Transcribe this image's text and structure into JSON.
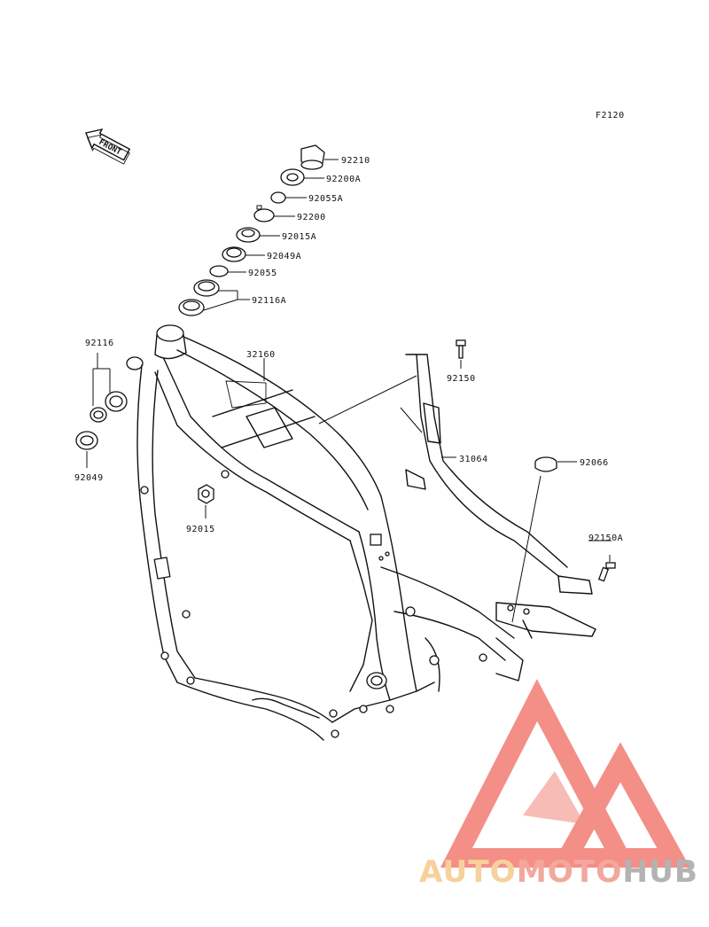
{
  "figure_code": "F2120",
  "front_label": "FRONT",
  "parts": [
    {
      "id": "p92210",
      "label": "92210"
    },
    {
      "id": "p92200A",
      "label": "92200A"
    },
    {
      "id": "p92055A",
      "label": "92055A"
    },
    {
      "id": "p92200",
      "label": "92200"
    },
    {
      "id": "p92015A",
      "label": "92015A"
    },
    {
      "id": "p92049A",
      "label": "92049A"
    },
    {
      "id": "p92055",
      "label": "92055"
    },
    {
      "id": "p92116A",
      "label": "92116A"
    },
    {
      "id": "p92116",
      "label": "92116"
    },
    {
      "id": "p92049",
      "label": "92049"
    },
    {
      "id": "p32160",
      "label": "32160"
    },
    {
      "id": "p92150",
      "label": "92150"
    },
    {
      "id": "p31064",
      "label": "31064"
    },
    {
      "id": "p92066",
      "label": "92066"
    },
    {
      "id": "p92015",
      "label": "92015"
    },
    {
      "id": "p92150A",
      "label": "92150A"
    }
  ],
  "watermark": {
    "part1": "AUTO",
    "part2": "MOTO",
    "part3": "HUB",
    "color1": "#f5c27a",
    "color2": "#f08a7e",
    "color3": "#9a9a9a",
    "logo_color": "#f06a60"
  }
}
